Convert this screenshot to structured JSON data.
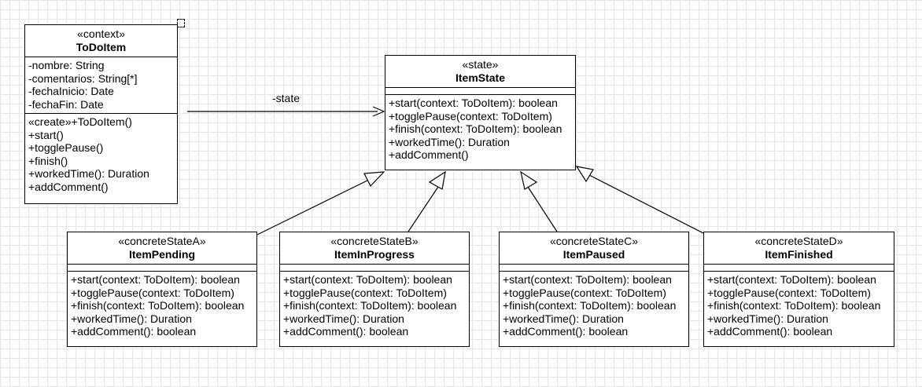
{
  "diagram": {
    "classes": {
      "todoitem": {
        "stereotype": "«context»",
        "name": "ToDoItem",
        "attributes": [
          "-nombre: String",
          "-comentarios: String[*]",
          "-fechaInicio: Date",
          "-fechaFin: Date"
        ],
        "operations": [
          "«create»+ToDoItem()",
          "+start()",
          "+togglePause()",
          "+finish()",
          "+workedTime(): Duration",
          "+addComment()"
        ]
      },
      "itemstate": {
        "stereotype": "«state»",
        "name": "ItemState",
        "attributes": [],
        "operations": [
          "+start(context: ToDoItem): boolean",
          "+togglePause(context: ToDoItem)",
          "+finish(context: ToDoItem): boolean",
          "+workedTime(): Duration",
          "+addComment()"
        ]
      },
      "itempending": {
        "stereotype": "«concreteStateA»",
        "name": "ItemPending",
        "attributes": [],
        "operations": [
          "+start(context: ToDoItem): boolean",
          "+togglePause(context: ToDoItem)",
          "+finish(context: ToDoItem): boolean",
          "+workedTime(): Duration",
          "+addComment(): boolean"
        ]
      },
      "iteminprogress": {
        "stereotype": "«concreteStateB»",
        "name": "ItemInProgress",
        "attributes": [],
        "operations": [
          "+start(context: ToDoItem): boolean",
          "+togglePause(context: ToDoItem)",
          "+finish(context: ToDoItem): boolean",
          "+workedTime(): Duration",
          "+addComment(): boolean"
        ]
      },
      "itempaused": {
        "stereotype": "«concreteStateC»",
        "name": "ItemPaused",
        "attributes": [],
        "operations": [
          "+start(context: ToDoItem): boolean",
          "+togglePause(context: ToDoItem)",
          "+finish(context: ToDoItem): boolean",
          "+workedTime(): Duration",
          "+addComment(): boolean"
        ]
      },
      "itemfinished": {
        "stereotype": "«concreteStateD»",
        "name": "ItemFinished",
        "attributes": [],
        "operations": [
          "+start(context: ToDoItem): boolean",
          "+togglePause(context: ToDoItem)",
          "+finish(context: ToDoItem): boolean",
          "+workedTime(): Duration",
          "+addComment(): boolean"
        ]
      }
    },
    "association_label": "-state"
  }
}
